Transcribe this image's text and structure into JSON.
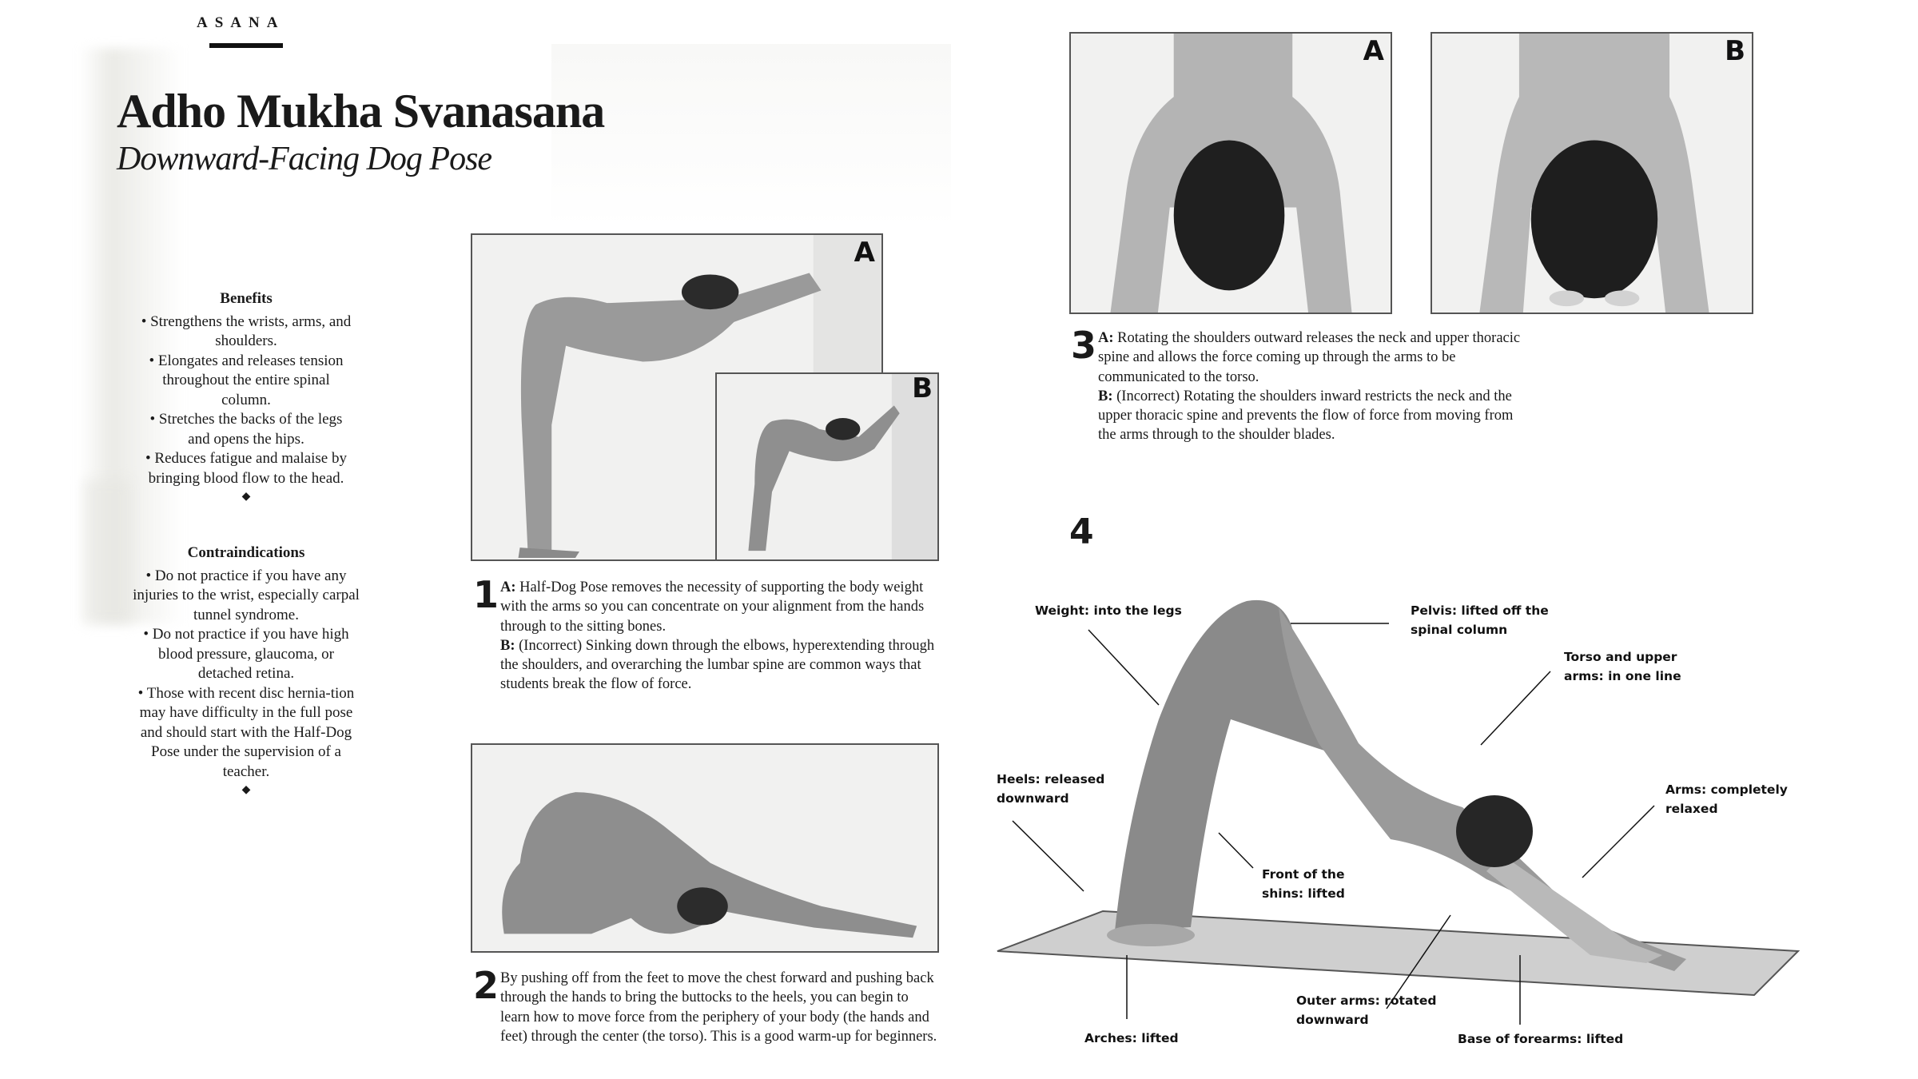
{
  "header": {
    "kicker": "ASANA",
    "title": "Adho Mukha Svanasana",
    "subtitle": "Downward-Facing Dog Pose"
  },
  "sidebar": {
    "benefits": {
      "heading": "Benefits",
      "items": [
        "• Strengthens the wrists, arms, and shoulders.",
        "• Elongates and releases tension throughout the entire spinal column.",
        "• Stretches the backs of the legs and opens the hips.",
        "• Reduces fatigue and malaise by bringing blood flow to the head."
      ],
      "end_mark": "◆"
    },
    "contraindications": {
      "heading": "Contraindications",
      "items": [
        "• Do not practice if you have any injuries to the wrist, especially carpal tunnel syndrome.",
        "• Do not practice if you have high blood pressure, glaucoma, or detached retina.",
        "• Those with recent disc hernia-tion may have difficulty in the full pose and should start with the Half-Dog Pose under the supervision of a teacher."
      ],
      "end_mark": "◆"
    }
  },
  "figures": {
    "fig1": {
      "photo_a_label": "A",
      "photo_b_label": "B",
      "number": "1",
      "caption_a_label": "A:",
      "caption_a": "Half-Dog Pose removes the necessity of supporting the body weight with the arms so you can concentrate on your alignment from the hands through to the sitting bones.",
      "caption_b_label": "B:",
      "caption_b": "(Incorrect) Sinking down through the elbows, hyperextending through the shoulders, and overarching the lumbar spine are common ways that students break the flow of force."
    },
    "fig2": {
      "number": "2",
      "caption": "By pushing off from the feet to move the chest forward and pushing back through the hands to bring the buttocks to the heels, you can begin to learn how to move force from the periphery of your body (the hands and feet) through the center (the torso). This is a good warm-up for beginners."
    },
    "fig3": {
      "photo_a_label": "A",
      "photo_b_label": "B",
      "number": "3",
      "caption_a_label": "A:",
      "caption_a": "Rotating the shoulders outward releases the neck and upper thoracic spine and allows the force coming up through the arms to be communicated to the torso.",
      "caption_b_label": "B:",
      "caption_b": "(Incorrect) Rotating the shoulders inward restricts the neck and the upper thoracic spine and prevents the flow of force from moving from the arms through to the shoulder blades."
    },
    "fig4": {
      "number": "4",
      "annotations": {
        "weight": [
          "Weight: into the legs"
        ],
        "pelvis": [
          "Pelvis: lifted off the",
          "spinal column"
        ],
        "torso": [
          "Torso and upper",
          "arms: in one line"
        ],
        "heels": [
          "Heels: released",
          "downward"
        ],
        "arms_relaxed": [
          "Arms: completely",
          "relaxed"
        ],
        "shins": [
          "Front of the",
          "shins: lifted"
        ],
        "outer_arms": [
          "Outer arms: rotated",
          "downward"
        ],
        "arches": [
          "Arches: lifted"
        ],
        "forearms": [
          "Base of forearms: lifted"
        ]
      }
    }
  }
}
